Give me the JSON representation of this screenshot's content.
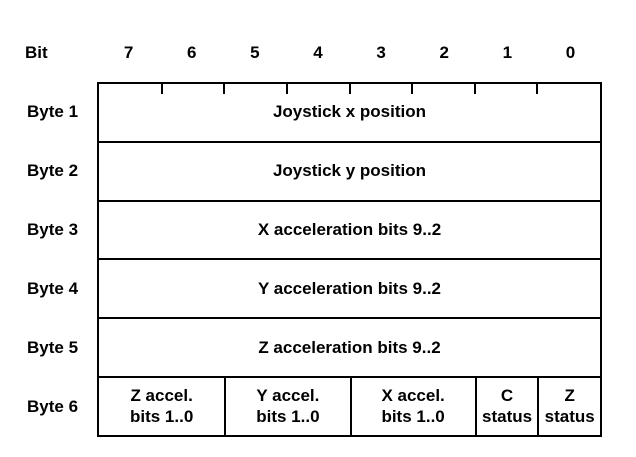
{
  "bit_header": {
    "label": "Bit",
    "bits": [
      "7",
      "6",
      "5",
      "4",
      "3",
      "2",
      "1",
      "0"
    ]
  },
  "rows": [
    {
      "label": "Byte 1",
      "text": "Joystick x position",
      "bit_span": 8
    },
    {
      "label": "Byte 2",
      "text": "Joystick y position",
      "bit_span": 8
    },
    {
      "label": "Byte 3",
      "text": "X acceleration bits 9..2",
      "bit_span": 8
    },
    {
      "label": "Byte 4",
      "text": "Y acceleration bits 9..2",
      "bit_span": 8
    },
    {
      "label": "Byte 5",
      "text": "Z acceleration bits 9..2",
      "bit_span": 8
    },
    {
      "label": "Byte 6",
      "cells": [
        {
          "text": "Z accel.\nbits 1..0",
          "bit_span": 2
        },
        {
          "text": "Y accel.\nbits 1..0",
          "bit_span": 2
        },
        {
          "text": "X accel.\nbits 1..0",
          "bit_span": 2
        },
        {
          "text": "C\nstatus",
          "bit_span": 1
        },
        {
          "text": "Z\nstatus",
          "bit_span": 1
        }
      ]
    }
  ],
  "colors": {
    "background": "#ffffff",
    "line": "#000000",
    "text": "#000000"
  }
}
